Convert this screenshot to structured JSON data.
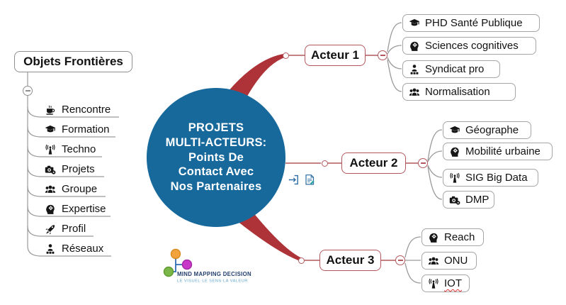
{
  "left_panel": {
    "title": "Objets Frontières",
    "items": [
      {
        "label": "Rencontre",
        "icon": "coffee-cup"
      },
      {
        "label": "Formation",
        "icon": "graduation-cap"
      },
      {
        "label": "Techno",
        "icon": "antenna"
      },
      {
        "label": "Projets",
        "icon": "camera-gear"
      },
      {
        "label": "Groupe",
        "icon": "group"
      },
      {
        "label": "Expertise",
        "icon": "head-gear"
      },
      {
        "label": "Profil",
        "icon": "rocket"
      },
      {
        "label": "Réseaux",
        "icon": "network-person"
      }
    ]
  },
  "center_topic": {
    "lines": [
      "PROJETS",
      "MULTI-ACTEURS:",
      "Points De",
      "Contact Avec",
      "Nos Partenaires"
    ]
  },
  "branches": [
    {
      "label": "Acteur 1",
      "children": [
        {
          "label": "PHD Santé Publique",
          "icon": "graduation-cap"
        },
        {
          "label": "Sciences cognitives",
          "icon": "head-gear"
        },
        {
          "label": "Syndicat pro",
          "icon": "network-person"
        },
        {
          "label": "Normalisation",
          "icon": "group"
        }
      ]
    },
    {
      "label": "Acteur 2",
      "children": [
        {
          "label": "Géographe",
          "icon": "graduation-cap"
        },
        {
          "label": "Mobilité urbaine",
          "icon": "head-gear"
        },
        {
          "label": "SIG Big Data",
          "icon": "antenna"
        },
        {
          "label": "DMP",
          "icon": "camera-gear"
        }
      ]
    },
    {
      "label": "Acteur 3",
      "children": [
        {
          "label": "Reach",
          "icon": "head-gear"
        },
        {
          "label": "ONU",
          "icon": "group"
        },
        {
          "label": "IOT",
          "icon": "antenna",
          "spellcheck_underline": true
        }
      ]
    }
  ],
  "logo": {
    "title": "MIND MAPPING DECISION",
    "tagline": "LE VISUEL·LE SENS·LA VALEUR"
  },
  "colors": {
    "center_fill": "#17699C",
    "branch_red": "#AD3338",
    "box_red_border": "#B2585C",
    "connector_gray": "#9A9A9A",
    "wavy_underline_red": "#E03131",
    "logo_orange": "#F2A33C",
    "logo_magenta": "#C838C8",
    "logo_green": "#7AB648",
    "logo_blue": "#2F6DB5",
    "logo_navy": "#23406E",
    "logo_tagline_blue": "#5FA5CD",
    "note_icon_blue": "#2E6DA4",
    "note_pencil_teal": "#2AA5A0"
  }
}
